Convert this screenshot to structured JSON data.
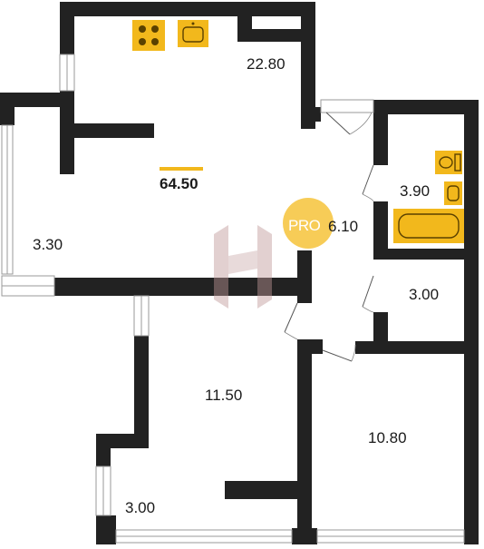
{
  "plan": {
    "total_area": "64.50",
    "rooms": [
      {
        "id": "kitchen-living",
        "area": "22.80"
      },
      {
        "id": "loggia-left",
        "area": "3.30"
      },
      {
        "id": "bathroom",
        "area": "3.90"
      },
      {
        "id": "hallway",
        "area": "6.10"
      },
      {
        "id": "toilet",
        "area": "3.00"
      },
      {
        "id": "bedroom-1",
        "area": "11.50"
      },
      {
        "id": "bedroom-2",
        "area": "10.80"
      },
      {
        "id": "loggia-bottom",
        "area": "3.00"
      }
    ],
    "promo_badge": "PRO",
    "colors": {
      "wall": "#222222",
      "accent": "#f2b81c",
      "window": "#9a9a9a"
    },
    "watermark_icon": "house-logo-icon"
  }
}
